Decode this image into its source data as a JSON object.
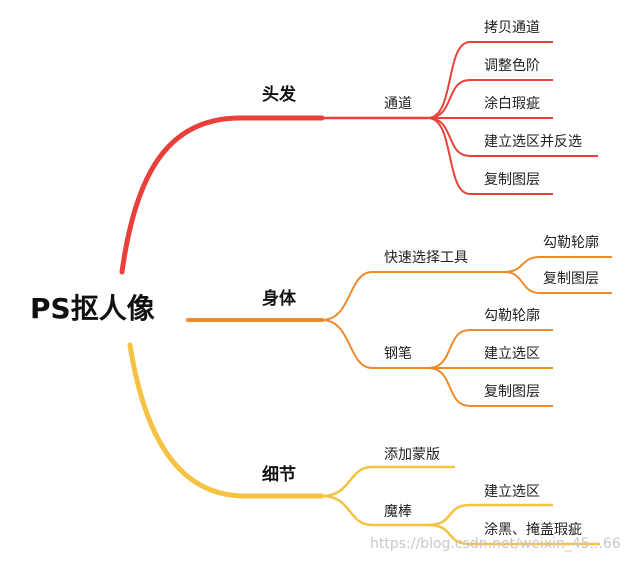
{
  "root": "PS抠人像",
  "branches": [
    {
      "label": "头发",
      "color": "#e8403a",
      "children": [
        {
          "label": "通道",
          "children": [
            "拷贝通道",
            "调整色阶",
            "涂白瑕疵",
            "建立选区并反选",
            "复制图层"
          ]
        }
      ]
    },
    {
      "label": "身体",
      "color": "#ef8a2a",
      "children": [
        {
          "label": "快速选择工具",
          "children": [
            "勾勒轮廓",
            "复制图层"
          ]
        },
        {
          "label": "钢笔",
          "children": [
            "勾勒轮廓",
            "建立选区",
            "复制图层"
          ]
        }
      ]
    },
    {
      "label": "细节",
      "color": "#f5c242",
      "children": [
        {
          "label": "添加蒙版",
          "children": []
        },
        {
          "label": "魔棒",
          "children": [
            "建立选区",
            "涂黑、掩盖瑕疵"
          ]
        }
      ]
    }
  ],
  "watermark": "https://blog.csdn.net/weixin_45...66"
}
